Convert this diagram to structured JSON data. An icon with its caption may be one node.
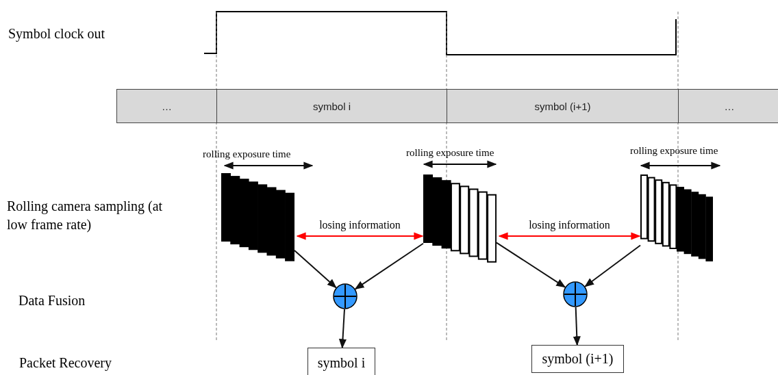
{
  "diagram": {
    "nodes": [
      {
        "text": [
          "…"
        ]
      },
      {
        "text": [
          "symbol i"
        ]
      },
      {
        "text": [
          "symbol (i+1)"
        ]
      },
      {
        "text": [
          "…"
        ]
      },
      {
        "text": [],
        "shape": "box"
      },
      {
        "text": [],
        "shape": "box"
      },
      {
        "text": [],
        "shape": "box"
      },
      {
        "text": [],
        "shape": "circle"
      },
      {
        "text": [],
        "shape": "circle"
      },
      {
        "text": [
          "symbol i"
        ]
      },
      {
        "text": [
          "symbol (i+1)"
        ]
      }
    ],
    "edges": [
      {
        "from": 4,
        "to": 5,
        "arrow": "both",
        "label": "losing information",
        "color": "#ff0000"
      },
      {
        "from": 5,
        "to": 6,
        "arrow": "both",
        "label": "losing information",
        "color": "#ff0000"
      },
      {
        "from": 4,
        "to": 7,
        "arrow": "to"
      },
      {
        "from": 5,
        "to": 7,
        "arrow": "to"
      },
      {
        "from": 5,
        "to": 8,
        "arrow": "to"
      },
      {
        "from": 6,
        "to": 8,
        "arrow": "to"
      },
      {
        "from": 7,
        "to": 9,
        "arrow": "to"
      },
      {
        "from": 8,
        "to": 10,
        "arrow": "to"
      }
    ],
    "labels": [
      "Symbol clock out",
      "rolling exposure time",
      "rolling exposure time",
      "rolling exposure time",
      "Rolling camera sampling (at low frame rate)",
      "Data Fusion",
      "Packet Recovery"
    ]
  }
}
